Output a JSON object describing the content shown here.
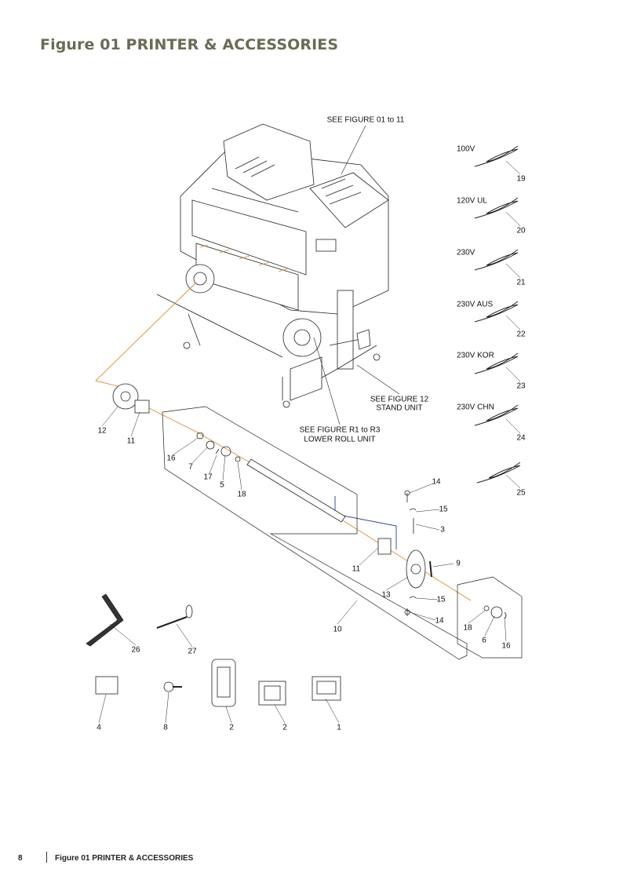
{
  "page_title": "Figure 01 PRINTER & ACCESSORIES",
  "figure": {
    "refs": {
      "printer": "SEE FIGURE 01 to 11",
      "stand_line1": "SEE FIGURE 12",
      "stand_line2": "STAND UNIT",
      "roll_line1": "SEE FIGURE R1 to R3",
      "roll_line2": "LOWER ROLL UNIT"
    },
    "power_cords": [
      {
        "voltage": "100V",
        "part": "19"
      },
      {
        "voltage": "120V UL",
        "part": "20"
      },
      {
        "voltage": "230V",
        "part": "21"
      },
      {
        "voltage": "230V AUS",
        "part": "22"
      },
      {
        "voltage": "230V KOR",
        "part": "23"
      },
      {
        "voltage": "230V CHN",
        "part": "24"
      },
      {
        "voltage": "",
        "part": "25"
      }
    ],
    "callouts": {
      "c12": "12",
      "c11a": "11",
      "c16a": "16",
      "c7": "7",
      "c17": "17",
      "c5": "5",
      "c18a": "18",
      "c14a": "14",
      "c15a": "15",
      "c3": "3",
      "c9": "9",
      "c11b": "11",
      "c13": "13",
      "c15b": "15",
      "c14b": "14",
      "c10": "10",
      "c18b": "18",
      "c6": "6",
      "c16b": "16",
      "c26": "26",
      "c27": "27",
      "c4": "4",
      "c8": "8",
      "c2a": "2",
      "c2b": "2",
      "c1": "1"
    },
    "accent_line_color": "#e08a2a",
    "blue_line_color": "#2b3f9a"
  },
  "footer": {
    "page_number": "8",
    "section_title": "Figure 01 PRINTER & ACCESSORIES"
  },
  "colors": {
    "title": "#6b6b55"
  }
}
